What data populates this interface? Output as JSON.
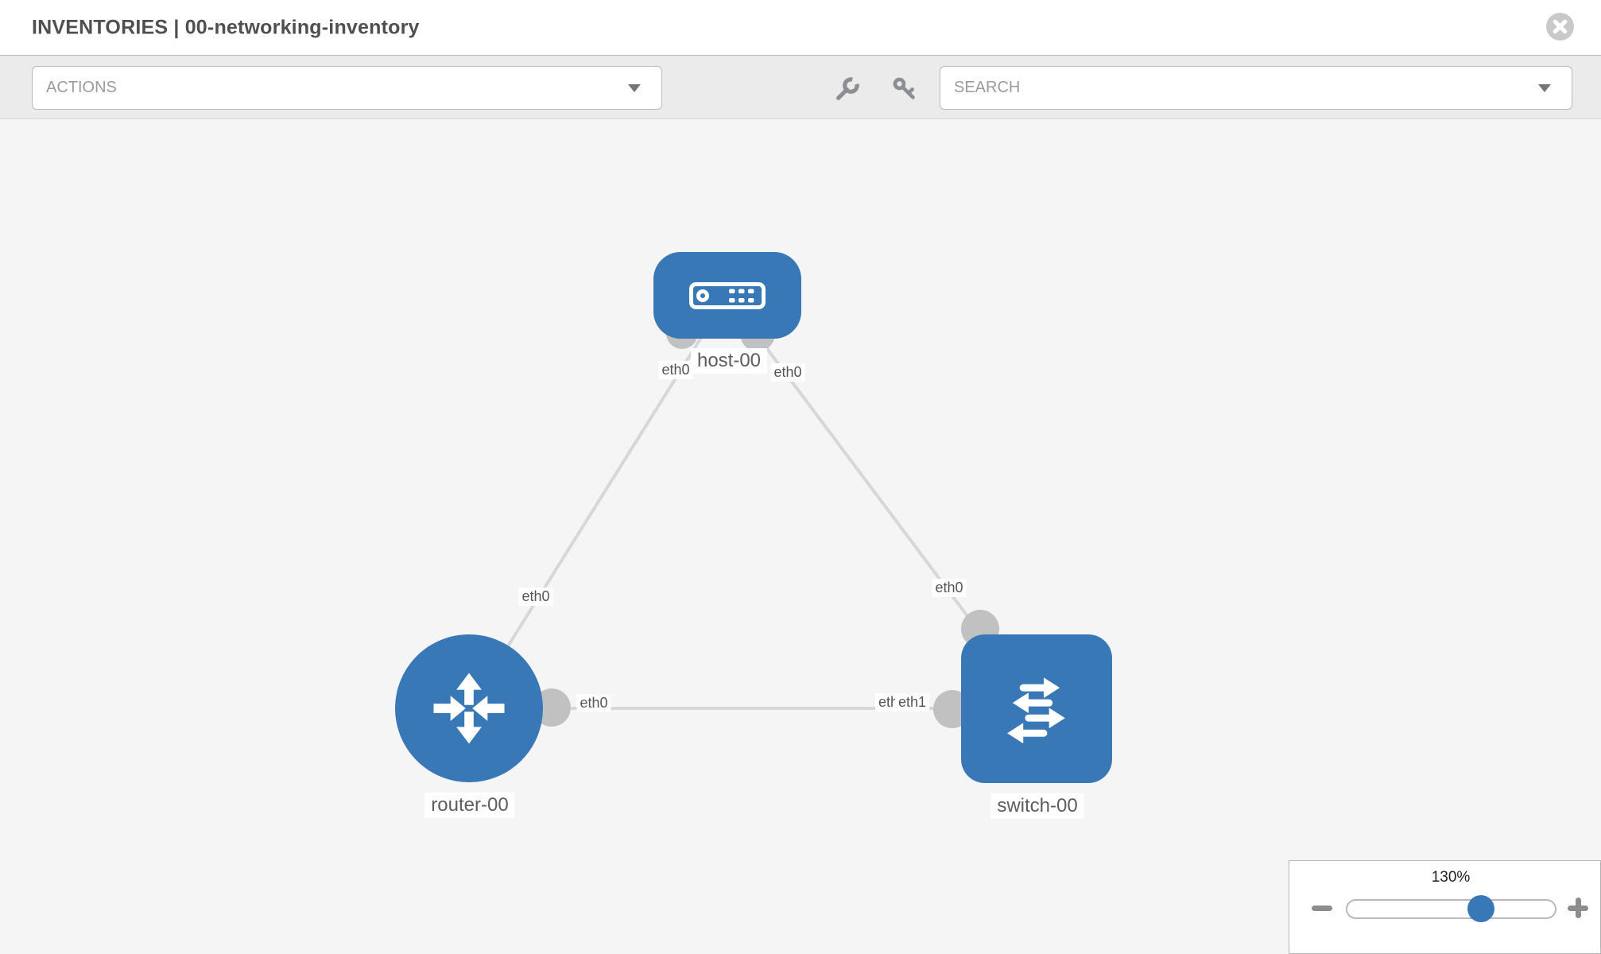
{
  "header": {
    "title": "INVENTORIES | 00-networking-inventory"
  },
  "toolbar": {
    "actions_label": "ACTIONS",
    "search_label": "SEARCH",
    "icons": [
      "wrench-icon",
      "key-icon"
    ]
  },
  "topology": {
    "nodes": [
      {
        "id": "host-00",
        "label": "host-00",
        "type": "host",
        "icon": "server-icon"
      },
      {
        "id": "router-00",
        "label": "router-00",
        "type": "router",
        "icon": "router-arrows-icon"
      },
      {
        "id": "switch-00",
        "label": "switch-00",
        "type": "switch",
        "icon": "switch-arrows-icon"
      }
    ],
    "edges": [
      {
        "source": "host-00",
        "source_if": "eth0",
        "target": "router-00",
        "target_if": "eth0"
      },
      {
        "source": "host-00",
        "source_if": "eth0",
        "target": "switch-00",
        "target_if": "eth0"
      },
      {
        "source": "router-00",
        "source_if": "eth0",
        "target": "switch-00",
        "target_if": "eth1"
      }
    ],
    "interface_labels": [
      {
        "text": "eth0",
        "near": "host-00 end of link to router-00"
      },
      {
        "text": "eth0",
        "near": "host-00 end of link to switch-00"
      },
      {
        "text": "eth0",
        "near": "router-00 end of link to host-00"
      },
      {
        "text": "eth0",
        "near": "switch-00 end of link to host-00"
      },
      {
        "text": "eth0",
        "near": "router-00 end of link to switch-00"
      },
      {
        "text": "eth0",
        "near": "switch-00 end of link to router-00 (partially covered)"
      },
      {
        "text": "eth1",
        "near": "switch-00 end of link to router-00"
      }
    ]
  },
  "zoom_control": {
    "level": "130%"
  },
  "colors": {
    "node_blue": "#3878b6",
    "edge_gray": "#d7d7d7",
    "connector_gray": "#c1c1c1",
    "canvas_bg": "#f5f5f5",
    "toolbar_bg": "#ebebeb",
    "label_text": "#5d5d5d",
    "placeholder_text": "#9b9b9b",
    "icon_gray": "#8b8f94",
    "title_text": "#4f4f4f"
  }
}
